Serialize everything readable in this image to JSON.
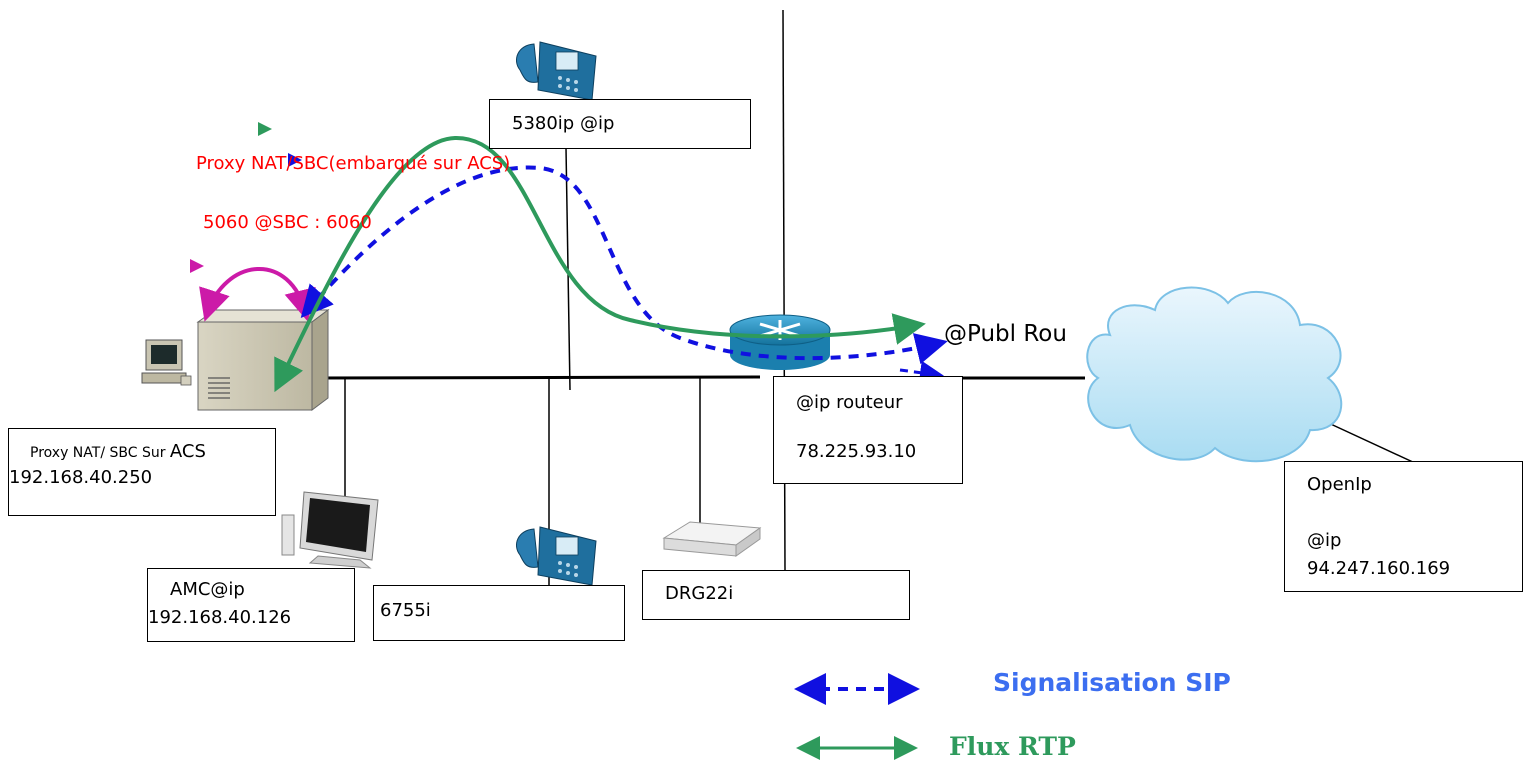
{
  "proxy_label_line1": "Proxy NAT/SBC(embarqué sur ACS)",
  "proxy_label_line2": "5060   @SBC : 6060",
  "phone_top_label": "5380ip @ip",
  "router_box": {
    "line1": "@ip routeur",
    "line2": "78.225.93.10"
  },
  "public_router_label": "@Publ Rou",
  "proxy_box": {
    "line1_a": "Proxy NAT/ SBC Sur ",
    "line1_b": "ACS",
    "line2": "192.168.40.250"
  },
  "amc_box": {
    "line1": "AMC@ip",
    "line2": "192.168.40.126"
  },
  "phone_bottom_label": "6755i",
  "drg_label": "DRG22i",
  "openip_box": {
    "line1": "OpenIp",
    "line2": "@ip",
    "line3": "94.247.160.169"
  },
  "legend": {
    "sip": "Signalisation SIP",
    "rtp": "Flux RTP"
  },
  "colors": {
    "sip": "#1010e0",
    "rtp": "#2e9a5c",
    "proxy_loop": "#cc1aa8",
    "red_text": "#ff0000",
    "sip_legend_text": "#3c6ef0"
  }
}
